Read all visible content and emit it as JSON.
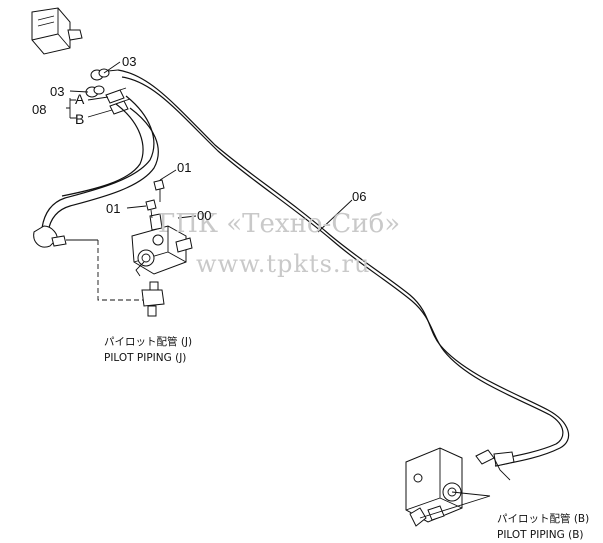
{
  "callouts": {
    "c03_top": "03",
    "c03_left": "03",
    "c08": "08",
    "hose_a": "A",
    "hose_b": "B",
    "c01_top": "01",
    "c01_left": "01",
    "c00": "00",
    "c06": "06"
  },
  "captions": {
    "pilot_j_jp": "パイロット配管 (J)",
    "pilot_j_en": "PILOT PIPING (J)",
    "pilot_b_jp": "パイロット配管 (B)",
    "pilot_b_en": "PILOT PIPING (B)"
  },
  "watermark": {
    "line1": "ГПК «Техно-Сиб»",
    "line2": "www.tpkts.ru"
  }
}
